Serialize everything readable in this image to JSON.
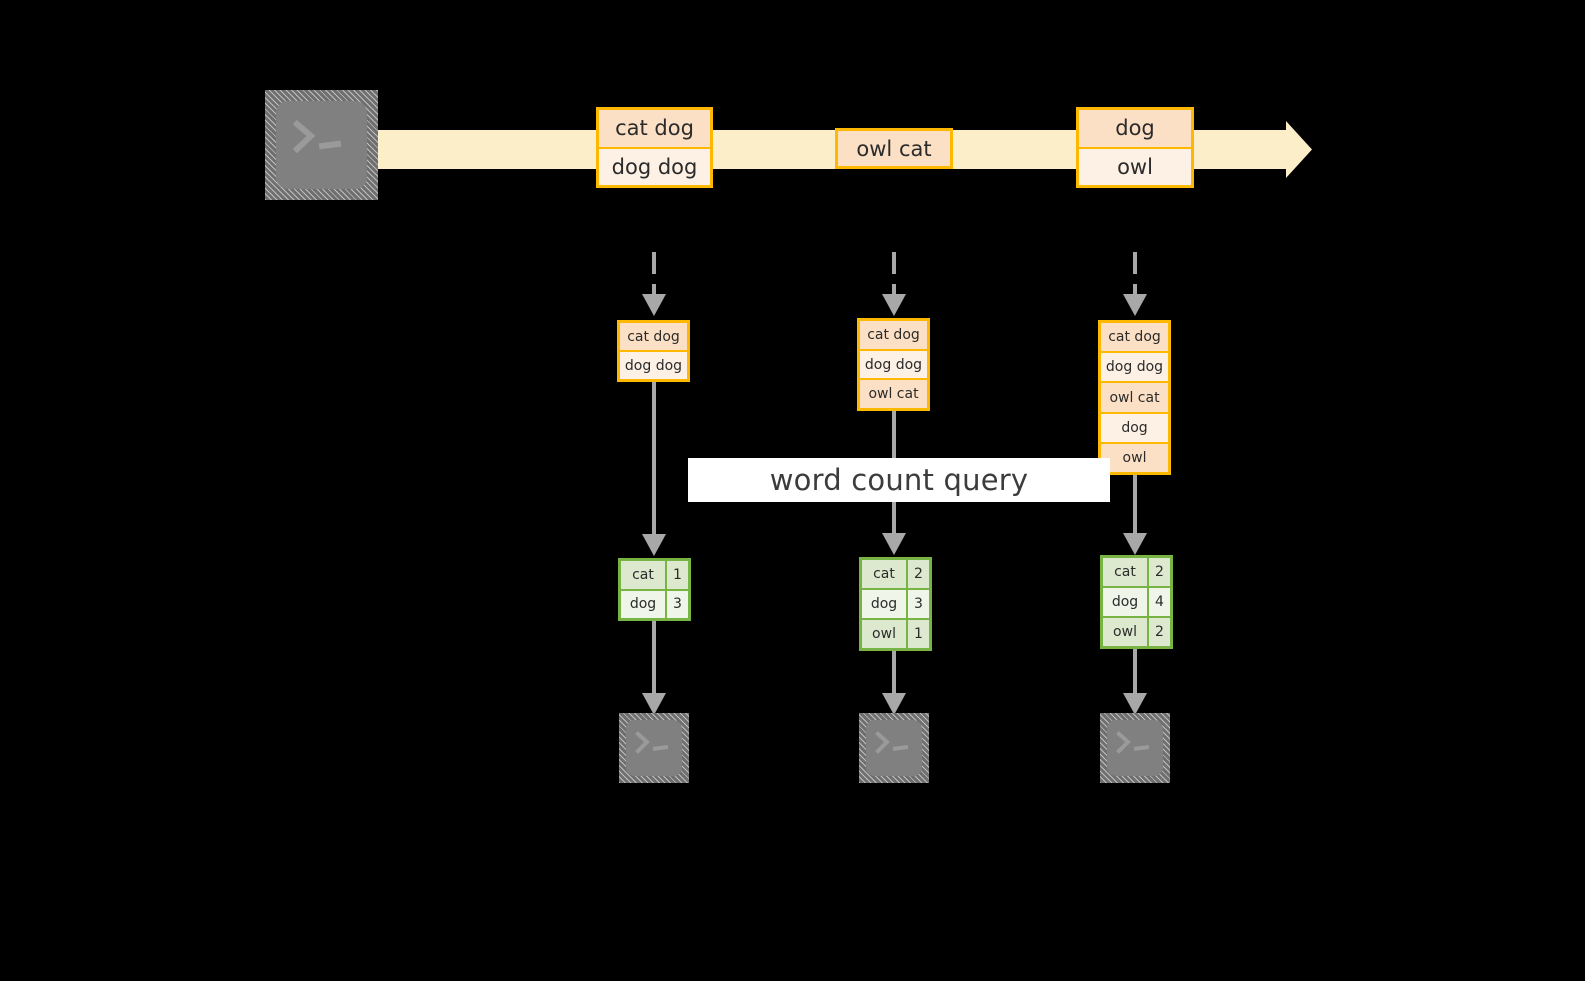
{
  "diagram": {
    "title_label": "word count query",
    "colors": {
      "background": "#000000",
      "stream_band": "#fceec9",
      "record_border": "#ffb800",
      "record_fill_dark": "#fce0c5",
      "record_fill_light": "#fdf0e4",
      "table_border": "#77b443",
      "table_fill_dark": "#dde9ce",
      "table_fill_light": "#f0f5e9",
      "connector": "#a8a8a8",
      "terminal_fill": "#808080",
      "label_background": "#ffffff",
      "label_text": "#3c3c3c"
    },
    "producer": {
      "icon": "terminal-icon",
      "glyph": "prompt-caret-underscore"
    },
    "stream": {
      "direction": "left-to-right",
      "events": [
        {
          "id": "event-1",
          "lines": [
            {
              "text": "cat dog",
              "shade": "dark"
            },
            {
              "text": "dog dog",
              "shade": "light"
            }
          ]
        },
        {
          "id": "event-2",
          "lines": [
            {
              "text": "owl cat",
              "shade": "dark"
            }
          ]
        },
        {
          "id": "event-3",
          "lines": [
            {
              "text": "dog",
              "shade": "dark"
            },
            {
              "text": "owl",
              "shade": "light"
            }
          ]
        }
      ]
    },
    "snapshots": [
      {
        "id": "snapshot-1",
        "input_lines": [
          {
            "text": "cat dog",
            "shade": "dark"
          },
          {
            "text": "dog dog",
            "shade": "light"
          }
        ],
        "counts": [
          {
            "word": "cat",
            "count": "1",
            "shade": "dark"
          },
          {
            "word": "dog",
            "count": "3",
            "shade": "light"
          }
        ],
        "consumer": {
          "icon": "terminal-icon",
          "glyph": "prompt-caret-underscore"
        }
      },
      {
        "id": "snapshot-2",
        "input_lines": [
          {
            "text": "cat dog",
            "shade": "dark"
          },
          {
            "text": "dog dog",
            "shade": "light"
          },
          {
            "text": "owl cat",
            "shade": "dark"
          }
        ],
        "counts": [
          {
            "word": "cat",
            "count": "2",
            "shade": "dark"
          },
          {
            "word": "dog",
            "count": "3",
            "shade": "light"
          },
          {
            "word": "owl",
            "count": "1",
            "shade": "dark"
          }
        ],
        "consumer": {
          "icon": "terminal-icon",
          "glyph": "prompt-caret-underscore"
        }
      },
      {
        "id": "snapshot-3",
        "input_lines": [
          {
            "text": "cat dog",
            "shade": "dark"
          },
          {
            "text": "dog dog",
            "shade": "light"
          },
          {
            "text": "owl cat",
            "shade": "dark"
          },
          {
            "text": "dog",
            "shade": "light"
          },
          {
            "text": "owl",
            "shade": "dark"
          }
        ],
        "counts": [
          {
            "word": "cat",
            "count": "2",
            "shade": "dark"
          },
          {
            "word": "dog",
            "count": "4",
            "shade": "light"
          },
          {
            "word": "owl",
            "count": "2",
            "shade": "dark"
          }
        ],
        "consumer": {
          "icon": "terminal-icon",
          "glyph": "prompt-caret-underscore"
        }
      }
    ]
  }
}
